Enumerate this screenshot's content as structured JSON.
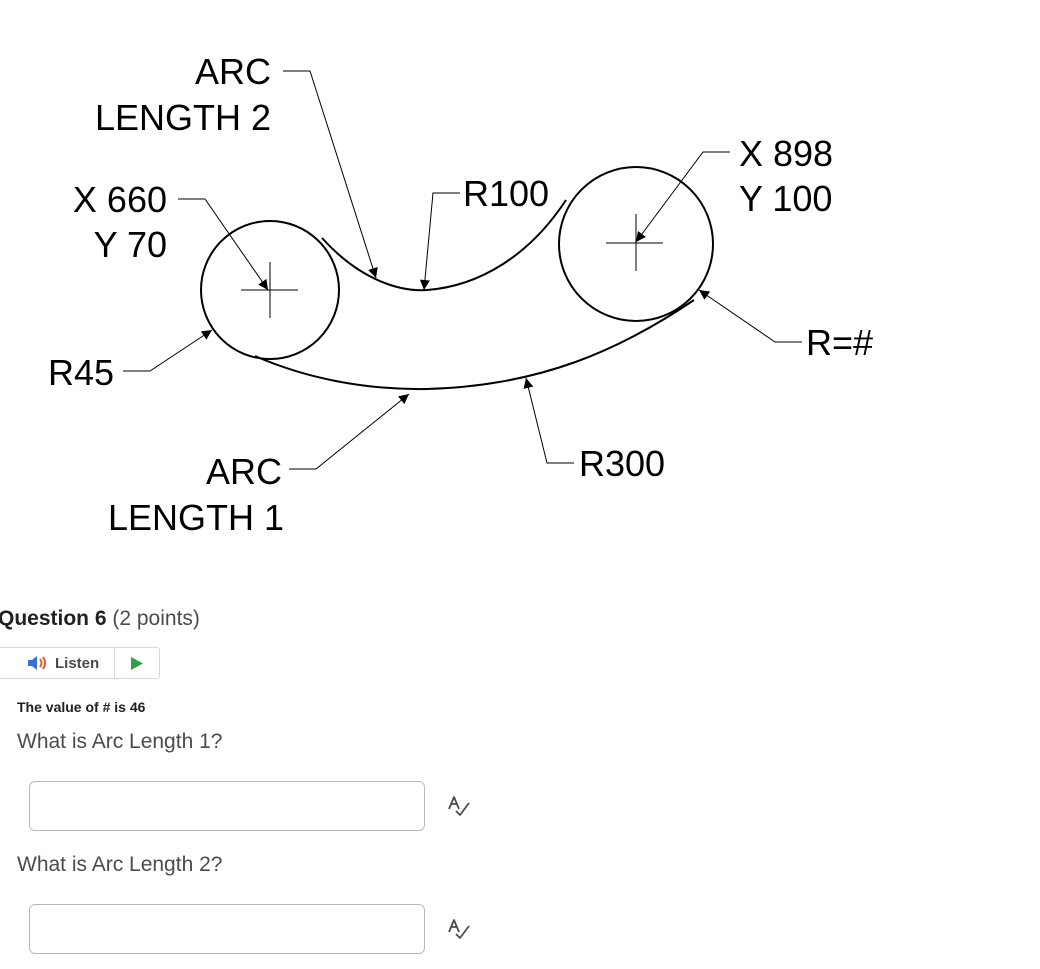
{
  "diagram": {
    "labels": {
      "arc_length_2_line1": "ARC",
      "arc_length_2_line2": "LENGTH 2",
      "left_center_x": "X 660",
      "left_center_y": "Y 70",
      "r100": "R100",
      "right_center_x": "X 898",
      "right_center_y": "Y 100",
      "r_hash": "R=#",
      "r45": "R45",
      "arc_length_1_line1": "ARC",
      "arc_length_1_line2": "LENGTH 1",
      "r300": "R300"
    }
  },
  "question": {
    "title": "Question 6",
    "points": "(2 points)",
    "listen_label": "Listen",
    "note": "The value of # is 46",
    "prompt_1": "What is Arc Length 1?",
    "prompt_2": "What is Arc Length 2?",
    "answer_1_value": "",
    "answer_2_value": ""
  },
  "colors": {
    "listen_speaker": "#3a6fd8",
    "listen_waves": "#e25b33",
    "play": "#2f9e44",
    "input_border": "#b4bac4"
  },
  "icons": {
    "listen": "speaker-icon",
    "play": "play-icon",
    "spellcheck": "spellcheck-icon"
  }
}
